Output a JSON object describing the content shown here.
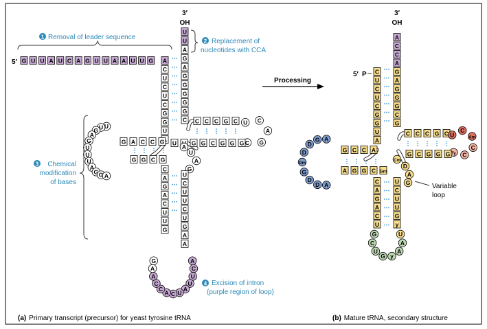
{
  "colors": {
    "border": "#000000",
    "line": "#333333",
    "purple": "#c6a9d3",
    "yellow": "#f7dd8c",
    "blue": "#7f9ccf",
    "red": "#dd7060",
    "redLight": "#f3b6a4",
    "green": "#bcd7b1",
    "white": "#ffffff",
    "dots": "#3f9ad8",
    "accent": "#2b88b8"
  },
  "labels": {
    "three_prime_a": "3′",
    "oh_a": "OH",
    "five_prime_a": "5′",
    "three_prime_b": "3′",
    "oh_b": "OH",
    "five_prime_b": "5′",
    "p_b": "P",
    "processing": "Processing",
    "removal": "Removal of leader sequence",
    "replacement_1": "Replacement of",
    "replacement_2": "nucleotides with CCA",
    "chemical_1": "Chemical",
    "chemical_2": "modification",
    "chemical_3": "of bases",
    "excision_1": "Excision of intron",
    "excision_2": "(purple region of loop)",
    "variable_1": "Variable",
    "variable_2": "loop",
    "caption_a_tag": "(a)",
    "caption_a_text": "Primary transcript (precursor) for yeast tyrosine tRNA",
    "caption_b_tag": "(b)",
    "caption_b_text": "Mature tRNA, secondary structure"
  },
  "steps": [
    "1",
    "2",
    "3",
    "4"
  ],
  "sequences": {
    "a_leader": [
      "G",
      "U",
      "U",
      "A",
      "U",
      "C",
      "A",
      "G",
      "U",
      "U",
      "A",
      "A",
      "U",
      "U",
      "G"
    ],
    "a_3tail": [
      "U",
      "U"
    ],
    "a_acc5": [
      "A",
      "C",
      "U",
      "C",
      "U",
      "C",
      "G",
      "G",
      "U",
      "A"
    ],
    "a_acc3": [
      "A",
      "G",
      "A",
      "G",
      "G",
      "G",
      "G",
      "G",
      "C"
    ],
    "a_t5": [
      "C",
      "C",
      "C",
      "G",
      "C"
    ],
    "a_tloop": [
      "U",
      "C",
      "A",
      "G",
      "C"
    ],
    "a_t3": [
      "G",
      "G",
      "G",
      "C",
      "G",
      "G",
      "U",
      "U"
    ],
    "a_d5": [
      "G",
      "C",
      "C",
      "A",
      "G"
    ],
    "a_dloop": [
      "U",
      "U",
      "G",
      "A",
      "G",
      "U",
      "U",
      "U",
      "A",
      "G",
      "G",
      "A"
    ],
    "a_d3": [
      "G",
      "G",
      "C",
      "G"
    ],
    "a_var": [
      "A",
      "U",
      "A",
      "G"
    ],
    "a_ac5": [
      "C",
      "A",
      "G",
      "A",
      "C",
      "U",
      "U",
      "G"
    ],
    "a_ac3": [
      "U",
      "C",
      "U",
      "U",
      "C",
      "U",
      "G",
      "A",
      "A"
    ],
    "a_intron": [
      "A",
      "C",
      "U",
      "U",
      "A",
      "U",
      "C",
      "A",
      "C",
      "C",
      "A",
      "A",
      "G"
    ],
    "b_acc3": [
      "A",
      "C",
      "C",
      "A",
      "G",
      "A",
      "G",
      "G",
      "G",
      "C",
      "G"
    ],
    "b_acc5": [
      "C",
      "U",
      "C",
      "U",
      "C",
      "G",
      "G",
      "U",
      "A"
    ],
    "b_t5": [
      "C",
      "C",
      "C",
      "G",
      "C"
    ],
    "b_tloop": [
      "U",
      "C",
      "Am",
      "C",
      "C",
      "Ty"
    ],
    "b_t3": [
      "G",
      "G",
      "G",
      "C",
      "G"
    ],
    "b_d5": [
      "A",
      "C",
      "C",
      "G"
    ],
    "b_dloop": [
      "A",
      "G",
      "D",
      "D",
      "Gm",
      "G",
      "D",
      "D",
      "A"
    ],
    "b_d3": [
      "A",
      "G",
      "G",
      "C",
      "Gm"
    ],
    "b_cm": "Cm",
    "b_var": [
      "D",
      "A",
      "G"
    ],
    "b_ac5": [
      "C",
      "A",
      "G",
      "A",
      "C",
      "U"
    ],
    "b_ac3": [
      "U",
      "C",
      "U",
      "U",
      "G",
      "y"
    ],
    "b_acloop": [
      "U",
      "A",
      "A",
      "y",
      "G",
      "U",
      "C",
      "G"
    ]
  }
}
